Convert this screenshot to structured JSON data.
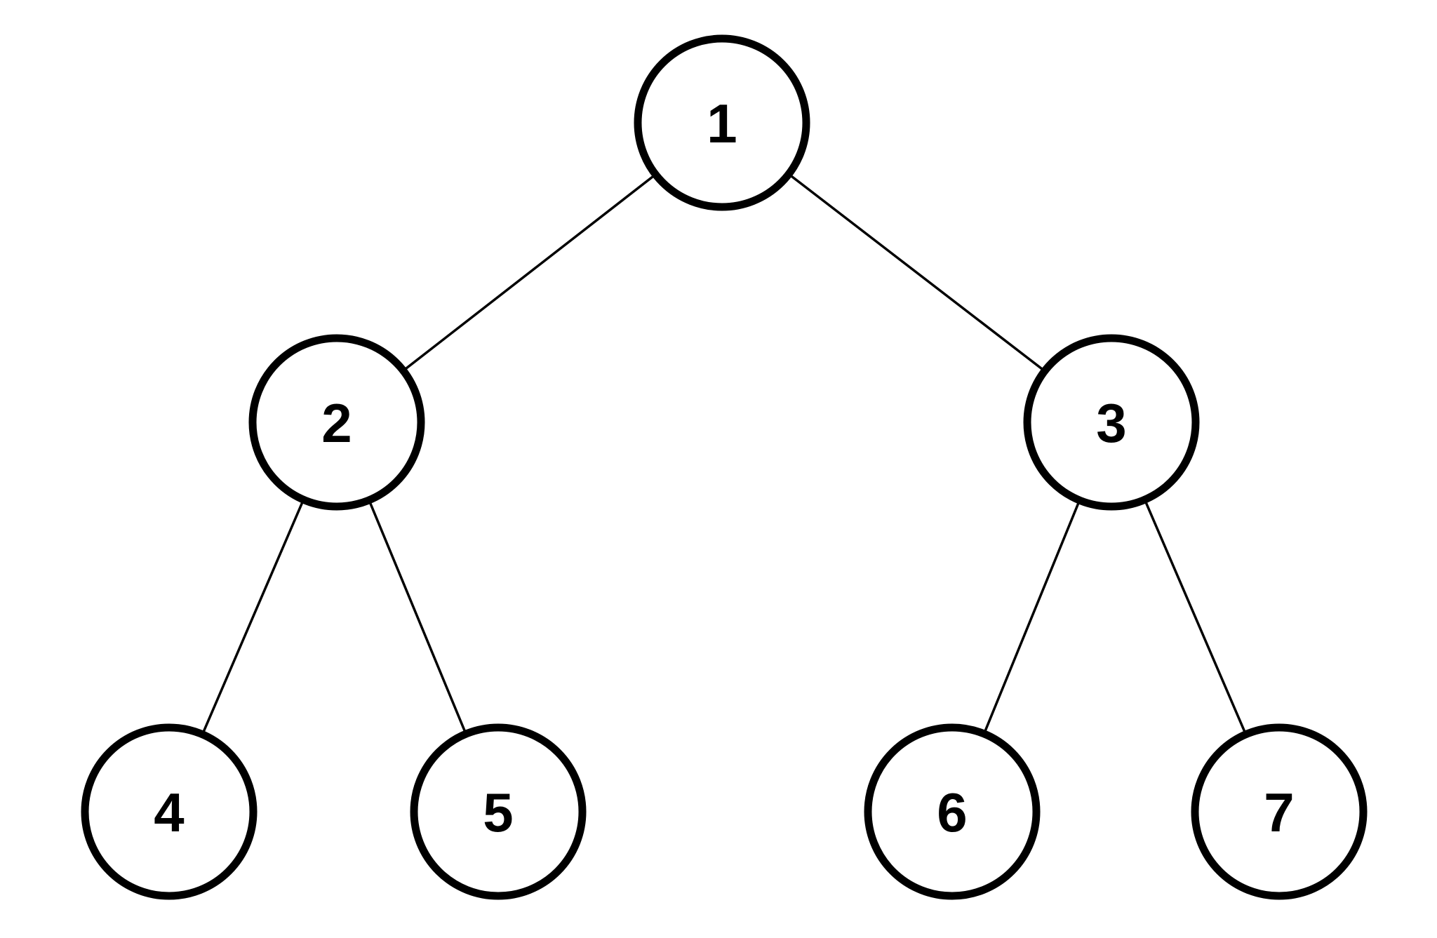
{
  "diagram": {
    "type": "binary-tree",
    "background_color": "#ffffff",
    "node_fill_color": "#ffffff",
    "node_stroke_color": "#000000",
    "edge_color": "#000000",
    "nodes": [
      {
        "value": "1"
      },
      {
        "value": "2"
      },
      {
        "value": "3"
      },
      {
        "value": "4"
      },
      {
        "value": "5"
      },
      {
        "value": "6"
      },
      {
        "value": "7"
      }
    ],
    "edges": [
      {
        "from": "1",
        "to": "2"
      },
      {
        "from": "1",
        "to": "3"
      },
      {
        "from": "2",
        "to": "4"
      },
      {
        "from": "2",
        "to": "5"
      },
      {
        "from": "3",
        "to": "6"
      },
      {
        "from": "3",
        "to": "7"
      }
    ]
  }
}
